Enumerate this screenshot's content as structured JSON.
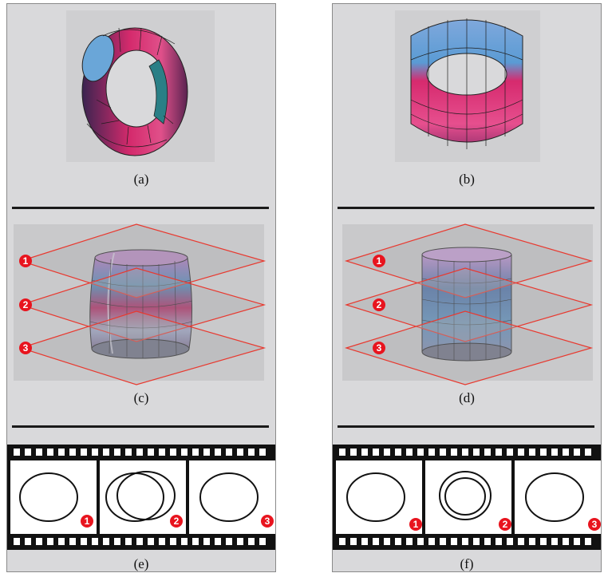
{
  "panels": [
    {
      "id": "left",
      "captions": {
        "top": "(a)",
        "middle": "(c)",
        "bottom": "(e)"
      },
      "variant": "bent"
    },
    {
      "id": "right",
      "captions": {
        "top": "(b)",
        "middle": "(d)",
        "bottom": "(f)"
      },
      "variant": "straight"
    }
  ],
  "slice_markers": [
    "1",
    "2",
    "3"
  ],
  "colors": {
    "panel_bg": "#d9d9db",
    "slice_plane_stroke": "#e8392f",
    "marker_fill": "#e8141e",
    "film_black": "#111111",
    "tube_magenta": "#d62a6e",
    "tube_blue": "#5a9bd4"
  }
}
